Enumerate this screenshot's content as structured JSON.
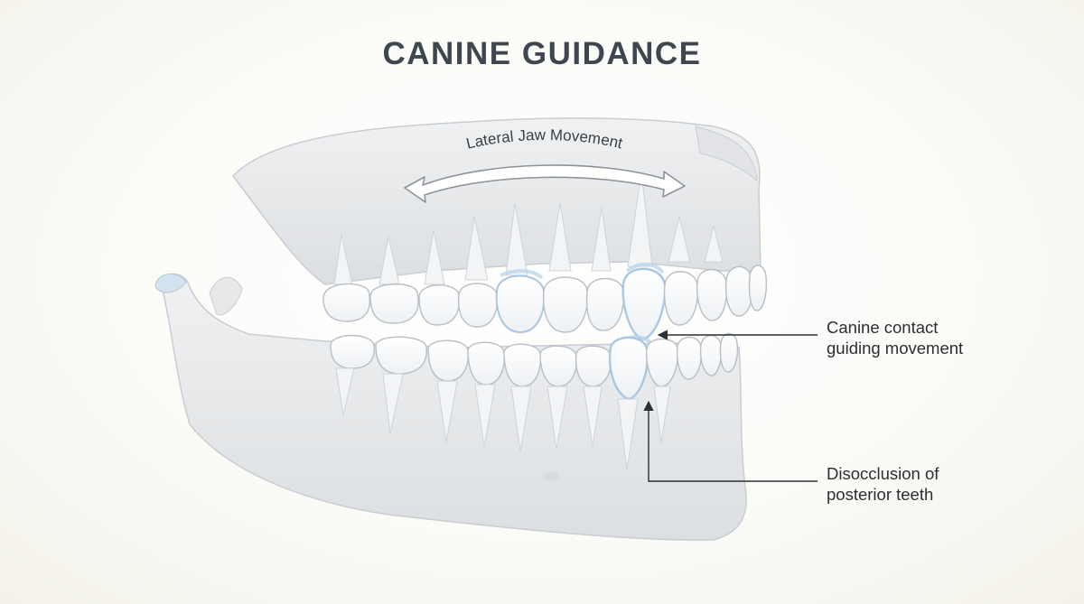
{
  "title": "CANINE GUIDANCE",
  "arrow_label": "Lateral Jaw Movement",
  "callouts": [
    {
      "line1": "Canine contact",
      "line2": "guiding movement"
    },
    {
      "line1": "Disocclusion of",
      "line2": "posterior teeth"
    }
  ],
  "colors": {
    "title": "#3e4650",
    "bone": "#e8e9eb",
    "bone_shadow": "#c9cdd2",
    "tooth": "#ffffff",
    "tooth_outline": "#b9bfc6",
    "contact_highlight": "#b8d3ea",
    "leader_line": "#2b2f33"
  }
}
